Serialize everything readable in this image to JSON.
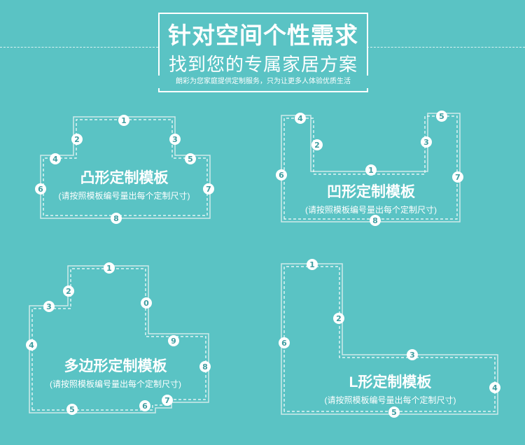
{
  "header": {
    "title": "针对空间个性需求",
    "subtitle": "找到您的专属家居方案",
    "tagline": "朗彩为您家庭提供定制服务，只为让更多人体验优质生活"
  },
  "templates": [
    {
      "name": "凸形定制模板",
      "note": "(请按照模板编号量出每个定制尺寸)",
      "badges": [
        "1",
        "2",
        "3",
        "4",
        "5",
        "6",
        "7",
        "8"
      ]
    },
    {
      "name": "凹形定制模板",
      "note": "(请按照模板编号量出每个定制尺寸)",
      "badges": [
        "1",
        "2",
        "3",
        "4",
        "5",
        "6",
        "7",
        "8"
      ]
    },
    {
      "name": "多边形定制模板",
      "note": "(请按照模板编号量出每个定制尺寸)",
      "badges": [
        "0",
        "1",
        "2",
        "3",
        "4",
        "5",
        "6",
        "7",
        "8",
        "9"
      ]
    },
    {
      "name": "L形定制模板",
      "note": "(请按照模板编号量出每个定制尺寸)",
      "badges": [
        "1",
        "2",
        "3",
        "4",
        "5",
        "6"
      ]
    }
  ],
  "colors": {
    "background": "#5ac3c4",
    "line": "#ffffff",
    "badge_text": "#3f9ea1"
  }
}
